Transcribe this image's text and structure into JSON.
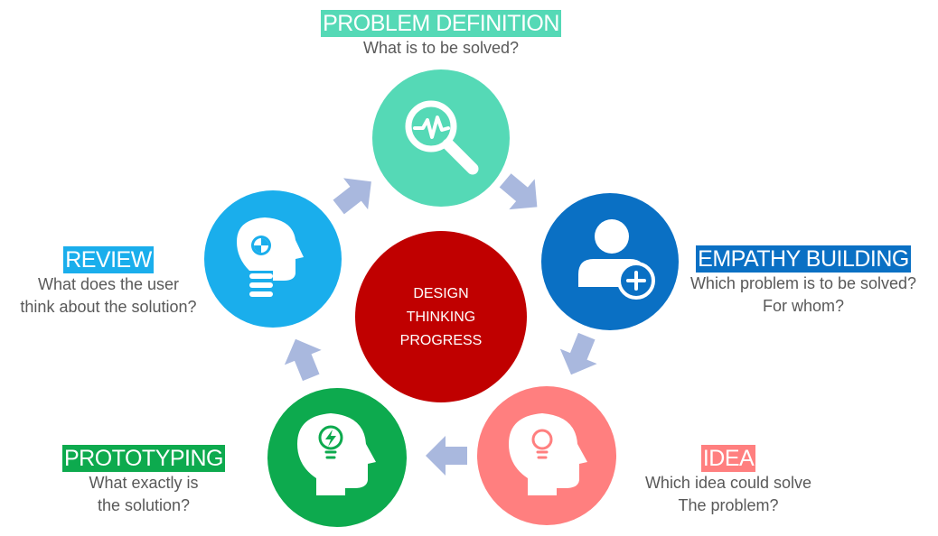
{
  "center": {
    "lines": [
      "DESIGN",
      "THINKING",
      "PROGRESS"
    ],
    "color": "#C00000"
  },
  "steps": [
    {
      "title": "PROBLEM DEFINITION",
      "lines": [
        "What is to be solved?"
      ],
      "color": "#55D9B6",
      "icon": "magnifier-pulse-icon"
    },
    {
      "title": "EMPATHY BUILDING",
      "lines": [
        "Which problem is to be solved?",
        "For whom?"
      ],
      "color": "#0A70C4",
      "icon": "user-plus-icon"
    },
    {
      "title": "IDEA",
      "lines": [
        "Which idea could solve",
        "The problem?"
      ],
      "color": "#FF7F7F",
      "icon": "head-lightbulb-icon"
    },
    {
      "title": "PROTOTYPING",
      "lines": [
        "What exactly is",
        "the solution?"
      ],
      "color": "#0DAA4E",
      "icon": "head-lightbulb-bolt-icon"
    },
    {
      "title": "REVIEW",
      "lines": [
        "What does the user",
        "think about the solution?"
      ],
      "color": "#1AAEEC",
      "icon": "head-target-icon"
    }
  ],
  "arrow_color": "#A9B8DE"
}
